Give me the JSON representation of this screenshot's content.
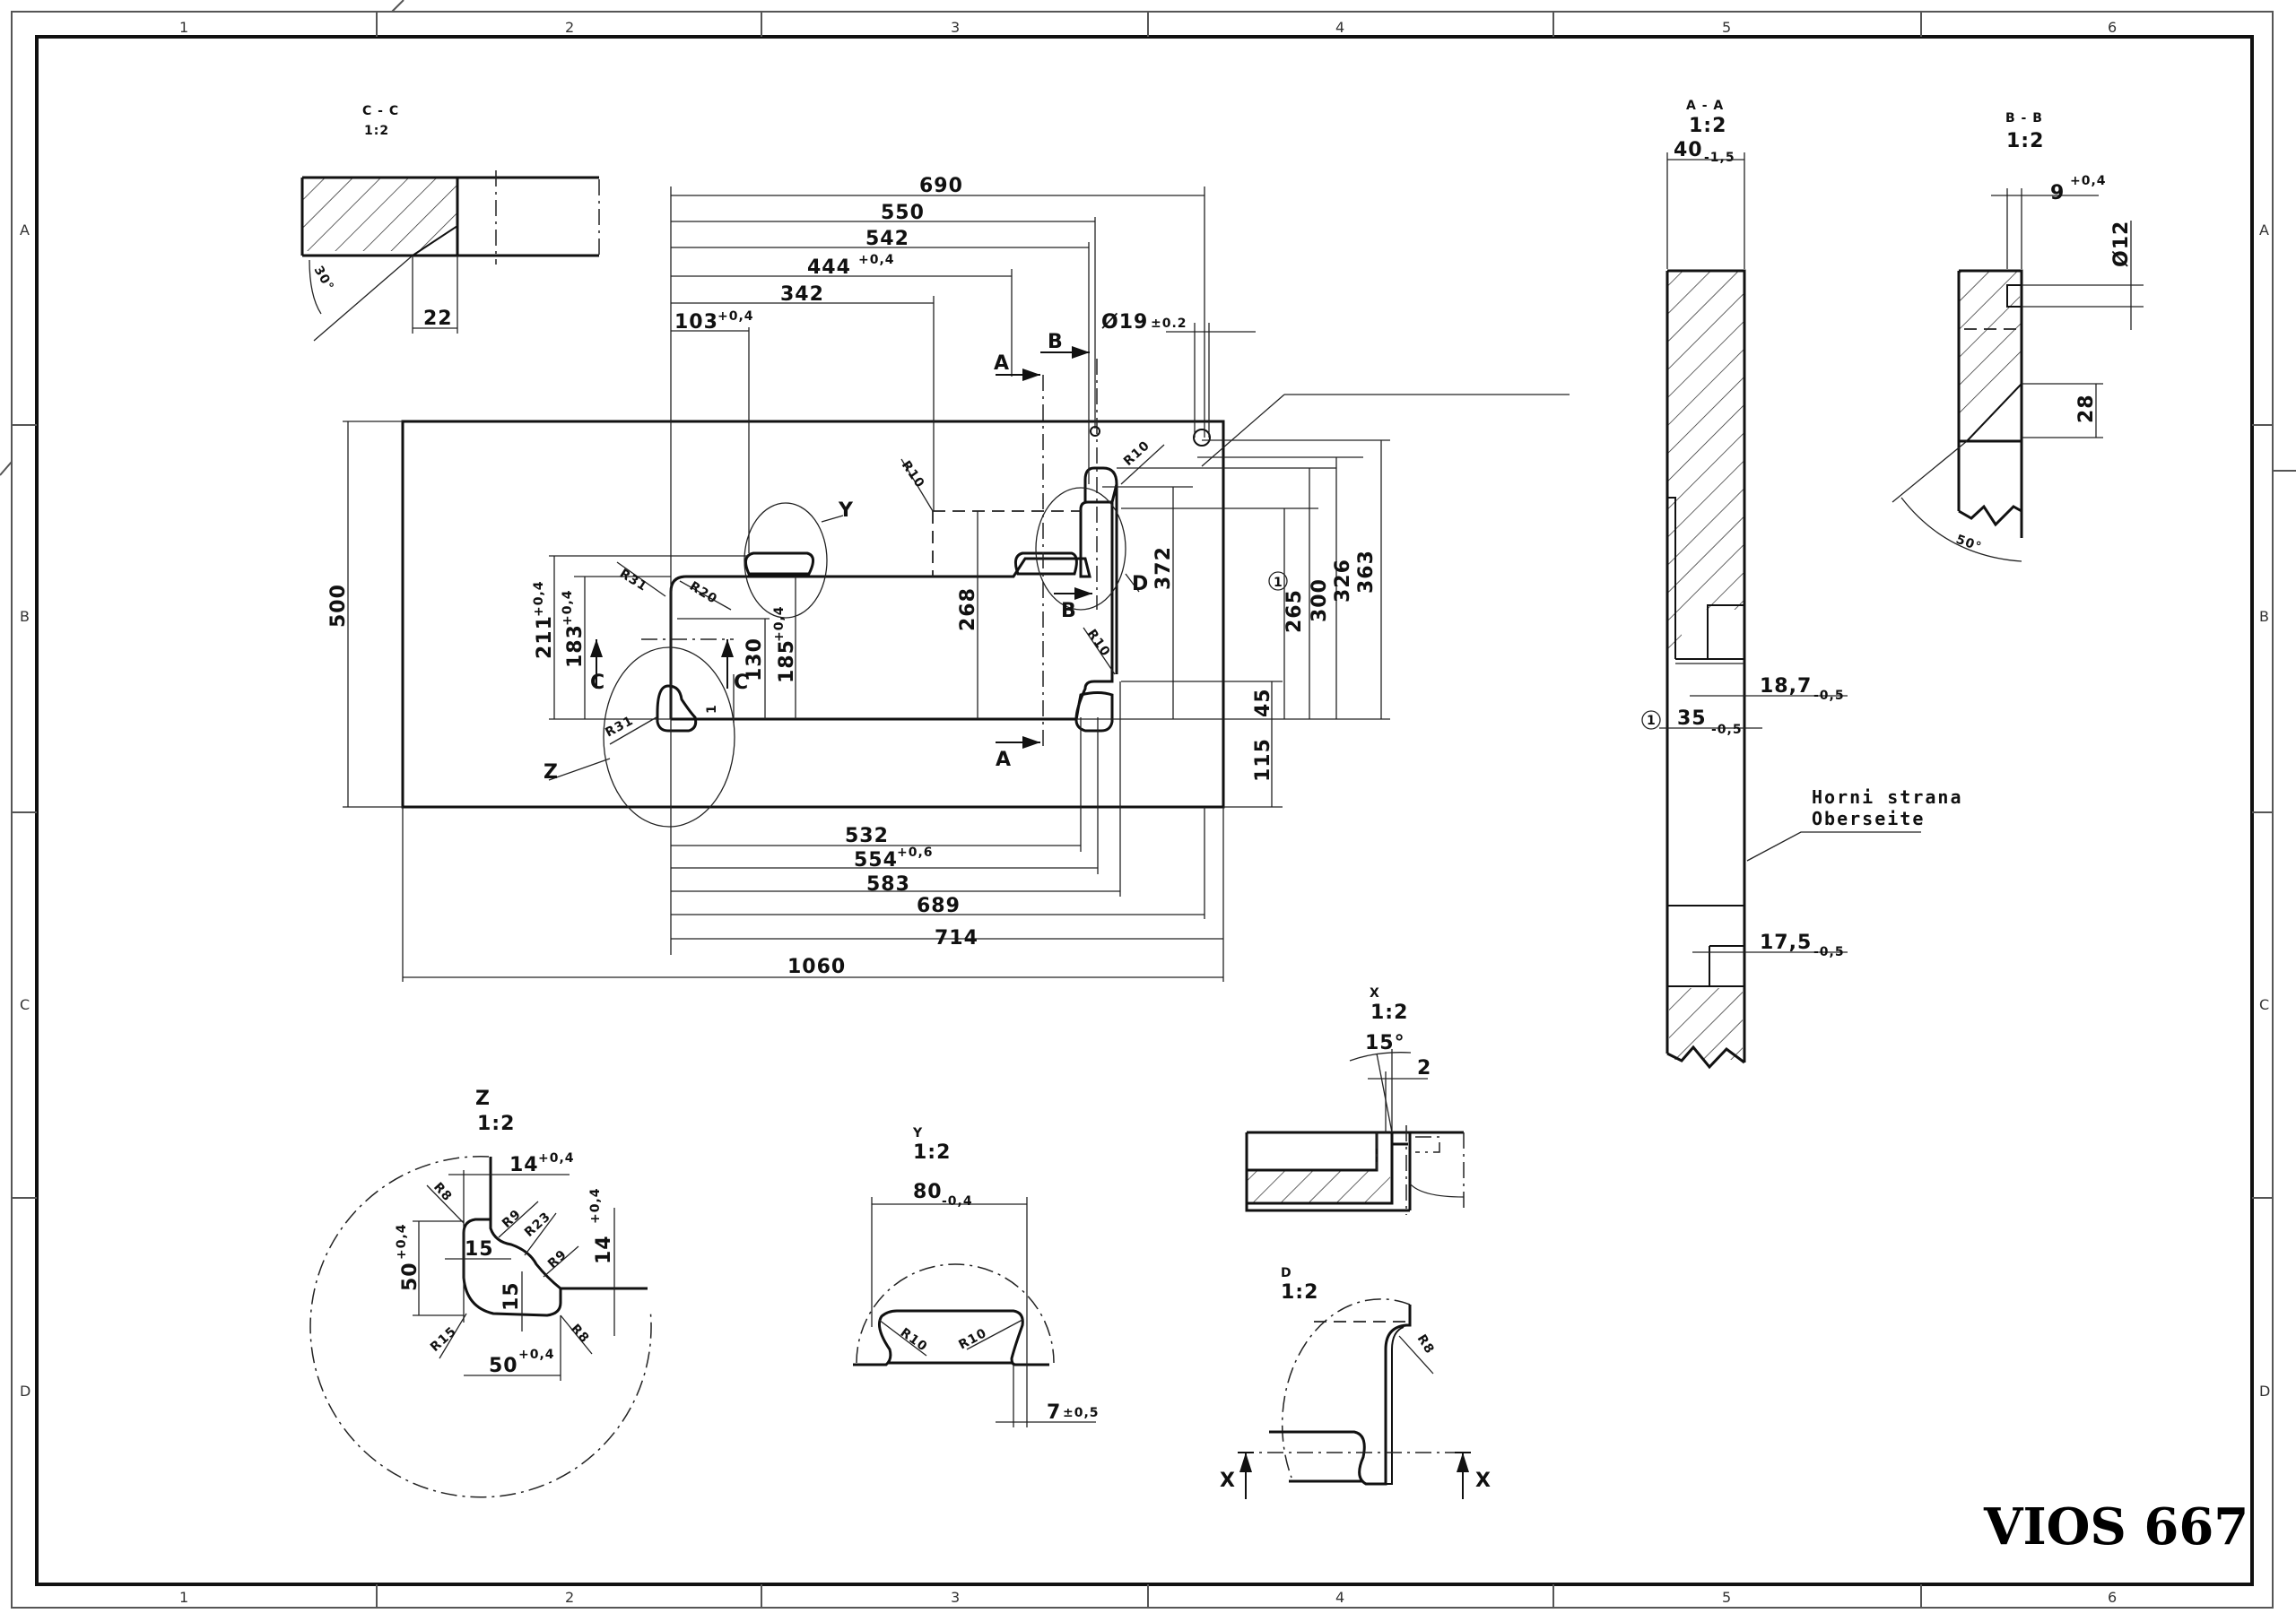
{
  "sheet": {
    "title": "VIOS 667",
    "columns": [
      "1",
      "2",
      "3",
      "4",
      "5",
      "6"
    ],
    "rows": [
      "A",
      "B",
      "C",
      "D"
    ]
  },
  "main_view": {
    "horizontal_top": [
      {
        "value": "690",
        "tol": ""
      },
      {
        "value": "550",
        "tol": ""
      },
      {
        "value": "542",
        "tol": ""
      },
      {
        "value": "444",
        "tol": "+0,4"
      },
      {
        "value": "342",
        "tol": ""
      },
      {
        "value": "103",
        "tol": "+0,4"
      }
    ],
    "hole_dia": {
      "value": "Ø19",
      "tol": "±0.2"
    },
    "horizontal_bottom": [
      {
        "value": "532",
        "tol": ""
      },
      {
        "value": "554",
        "tol": "+0,6"
      },
      {
        "value": "583",
        "tol": ""
      },
      {
        "value": "689",
        "tol": ""
      },
      {
        "value": "714",
        "tol": ""
      },
      {
        "value": "1060",
        "tol": ""
      }
    ],
    "vertical_left": [
      {
        "value": "500",
        "tol": ""
      },
      {
        "value": "211",
        "tol": "+0,4"
      },
      {
        "value": "183",
        "tol": "+0,4"
      },
      {
        "value": "130",
        "tol": ""
      },
      {
        "value": "185",
        "tol": "+0,4"
      },
      {
        "value": "268",
        "tol": ""
      },
      {
        "value": "372",
        "tol": ""
      }
    ],
    "vertical_right": [
      {
        "value": "265",
        "tol": ""
      },
      {
        "value": "300",
        "tol": ""
      },
      {
        "value": "326",
        "tol": ""
      },
      {
        "value": "363",
        "tol": ""
      },
      {
        "value": "45",
        "tol": ""
      },
      {
        "value": "115",
        "tol": ""
      }
    ],
    "radii": [
      "R31",
      "R20",
      "R10",
      "R10",
      "R10",
      "R31"
    ],
    "small_dim": "1",
    "note_marker": "1",
    "section_markers": {
      "a": "A",
      "b": "B",
      "c": "C"
    },
    "detail_markers": {
      "y": "Y",
      "z": "Z",
      "d": "D"
    }
  },
  "section_cc": {
    "label": "C - C",
    "scale": "1:2",
    "angle": "30°",
    "dim": "22"
  },
  "section_aa": {
    "label": "A - A",
    "scale": "1:2",
    "width": {
      "value": "40",
      "tol": "-1,5"
    },
    "dim1": {
      "value": "18,7",
      "tol": "-0,5"
    },
    "dim2": {
      "value": "35",
      "tol": "-0,5"
    },
    "dim3": {
      "value": "17,5",
      "tol": "-0,5"
    },
    "note_marker": "1",
    "note_line1": "Horni strana",
    "note_line2": "Oberseite"
  },
  "section_bb": {
    "label": "B - B",
    "scale": "1:2",
    "dim_top": {
      "value": "9",
      "tol": "+0,4"
    },
    "dia": "Ø12",
    "dim_28": "28",
    "angle": "50°"
  },
  "detail_z": {
    "label": "Z",
    "scale": "1:2",
    "dims": {
      "top": {
        "value": "14",
        "tol": "+0,4"
      },
      "right": {
        "value": "14",
        "tol": "+0,4"
      },
      "left": {
        "value": "50",
        "tol": "+0,4"
      },
      "bottom": {
        "value": "50",
        "tol": "+0,4"
      },
      "h15": "15",
      "v15": "15"
    },
    "radii": [
      "R8",
      "R9",
      "R23",
      "R9",
      "R15",
      "R8"
    ]
  },
  "detail_y": {
    "label": "Y",
    "scale": "1:2",
    "width": {
      "value": "80",
      "tol": "-0,4"
    },
    "offset": {
      "value": "7",
      "tol": "±0,5"
    },
    "radii": [
      "R10",
      "R10"
    ]
  },
  "detail_x": {
    "label": "X",
    "scale": "1:2",
    "angle": "15°",
    "dim": "2"
  },
  "detail_d": {
    "label": "D",
    "scale": "1:2",
    "radius": "R8",
    "cut_left": "X",
    "cut_right": "X"
  }
}
